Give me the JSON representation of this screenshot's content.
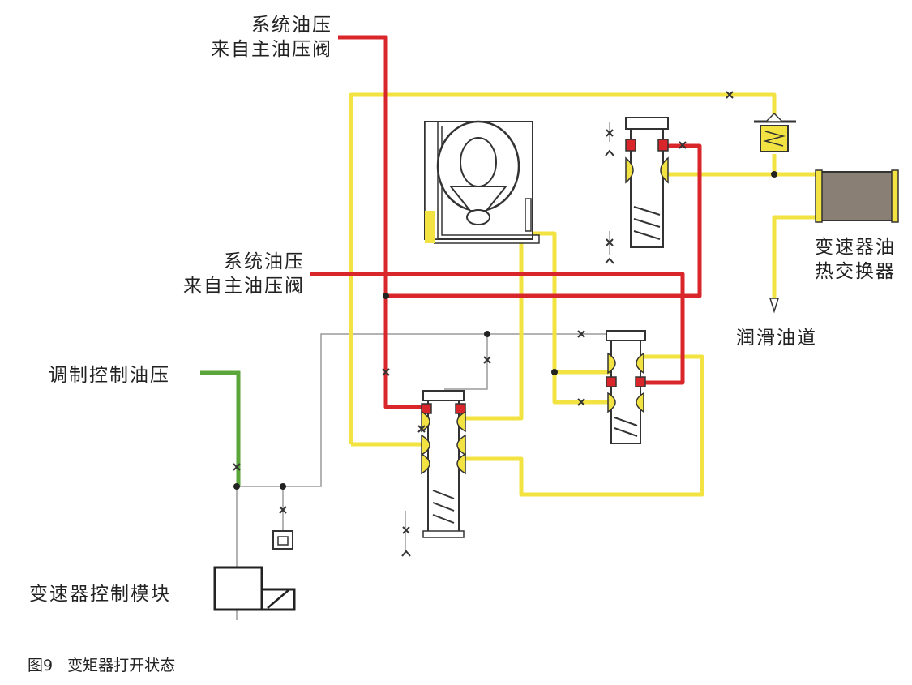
{
  "labels": {
    "system_pressure_top": {
      "line1": "系统油压",
      "line2": "来自主油压阀"
    },
    "system_pressure_mid": {
      "line1": "系统油压",
      "line2": "来自主油压阀"
    },
    "cooler": {
      "line1": "变速器油",
      "line2": "热交换器"
    },
    "lube": "润滑油道",
    "modulated": "调制控制油压",
    "tcm": "变速器控制模块"
  },
  "caption": {
    "figure_no": "图9",
    "title": "变矩器打开状态"
  },
  "colors": {
    "system": "#d9262b",
    "converter_feed": "#f2e342",
    "control": "#5aa63a",
    "exhaust": "#9a9a9a",
    "outline": "#333333"
  }
}
